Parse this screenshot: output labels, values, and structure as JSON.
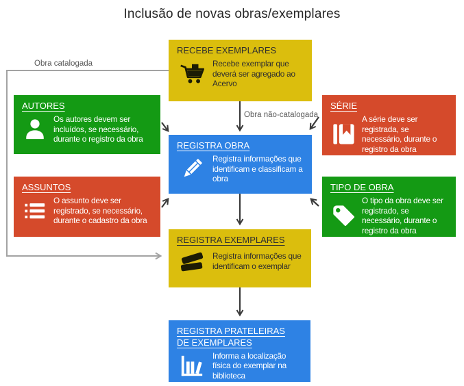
{
  "title": "Inclusão de novas obras/exemplares",
  "labels": {
    "obra_catalogada": "Obra catalogada",
    "obra_nao_catalogada": "Obra não-catalogada"
  },
  "colors": {
    "yellow": "#DBBE0D",
    "green": "#149A14",
    "red": "#D54A2B",
    "blue": "#2E82E4",
    "arrow_dark": "#3A3A3A",
    "connector_gray": "#A3A3A3"
  },
  "nodes": {
    "recebe_exemplares": {
      "title": "RECEBE EXEMPLARES",
      "body": "Recebe exemplar que deverá ser agregado ao Acervo",
      "icon": "cart-icon",
      "color": "yellow"
    },
    "autores": {
      "title": "AUTORES",
      "body": "Os autores devem ser incluídos, se necessário, durante o registro da obra",
      "icon": "person-icon",
      "color": "green"
    },
    "serie": {
      "title": "SÉRIE",
      "body": "A série deve ser registrada, se necessário, durante o registro da obra",
      "icon": "book-bookmark-icon",
      "color": "red"
    },
    "registra_obra": {
      "title": "REGISTRA OBRA",
      "body": "Registra informações que identificam e classificam a obra",
      "icon": "pencil-icon",
      "color": "blue"
    },
    "assuntos": {
      "title": "ASSUNTOS",
      "body": "O assunto deve ser registrado, se necessário, durante o cadastro da obra",
      "icon": "bullet-list-icon",
      "color": "red"
    },
    "tipo_de_obra": {
      "title": "TIPO DE OBRA",
      "body": "O tipo da obra deve ser registrado, se necessário, durante o registro da obra",
      "icon": "tag-icon",
      "color": "green"
    },
    "registra_exemplares": {
      "title": "REGISTRA EXEMPLARES",
      "body": "Registra informações que identificam o exemplar",
      "icon": "books-stack-icon",
      "color": "yellow"
    },
    "registra_prateleiras": {
      "title": "REGISTRA PRATELEIRAS DE EXEMPLARES",
      "body": "Informa a localização física do exemplar na biblioteca",
      "icon": "bookshelf-icon",
      "color": "blue"
    }
  }
}
